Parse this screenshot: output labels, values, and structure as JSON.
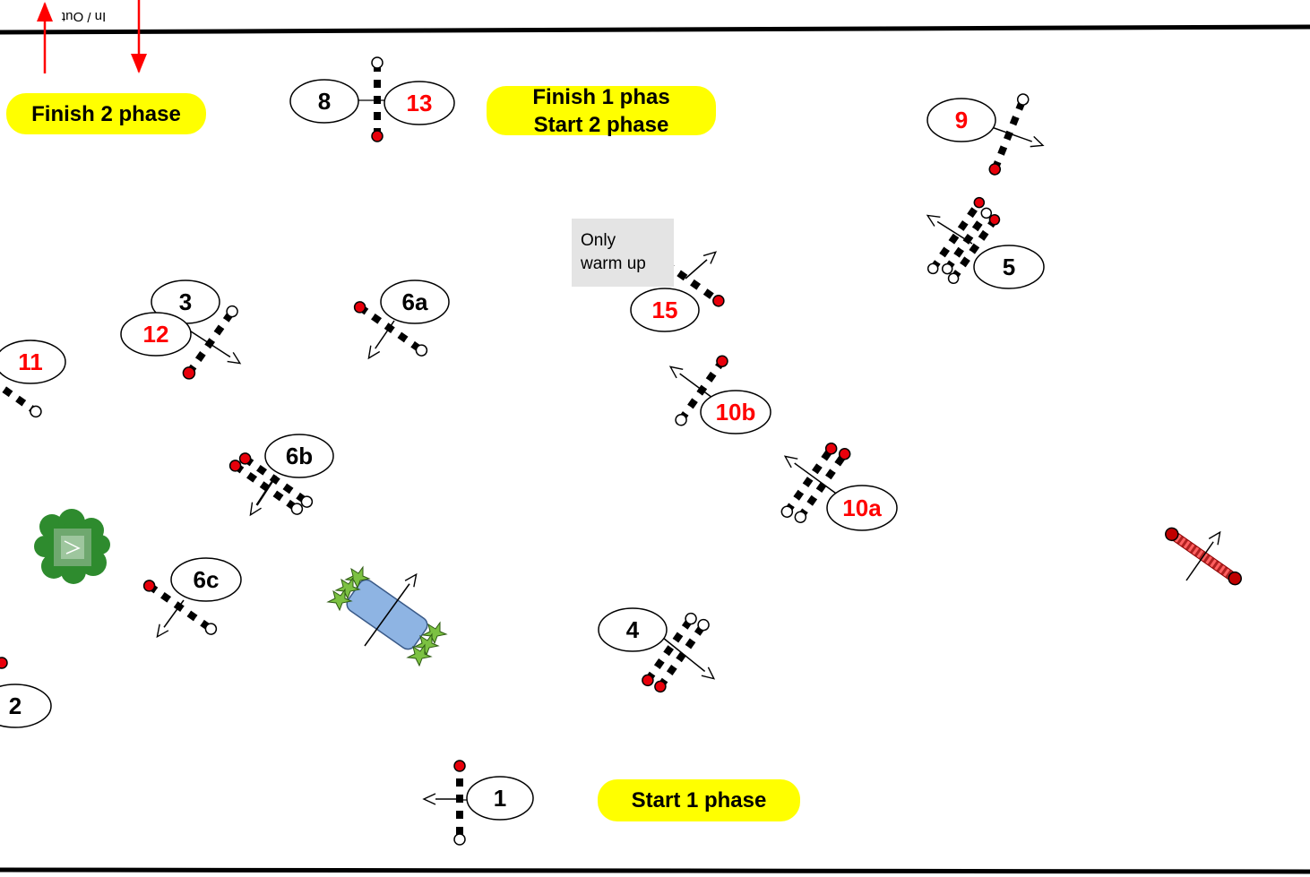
{
  "io_label": "In / Out",
  "phases": {
    "finish2": "Finish 2  phase",
    "finish1_line1": "Finish 1 phas",
    "finish1_line2": "Start 2 phase",
    "start1": "Start 1 phase"
  },
  "note": {
    "line1": "Only",
    "line2": "warm up"
  },
  "obstacle_labels": {
    "n1": "1",
    "n2": "2",
    "n3": "3",
    "n4": "4",
    "n5": "5",
    "n6a": "6a",
    "n6b": "6b",
    "n6c": "6c",
    "n8": "8",
    "n9": "9",
    "n10a": "10a",
    "n10b": "10b",
    "n11": "11",
    "n12": "12",
    "n13": "13",
    "n15": "15"
  },
  "colors": {
    "phase_fill": "#ffff00",
    "red_number": "#ff0000",
    "pole_red": "#e8000b",
    "water_blue": "#8eb4e3",
    "hedge_green": "#2e8b2e",
    "wall_red": "#c00000"
  }
}
